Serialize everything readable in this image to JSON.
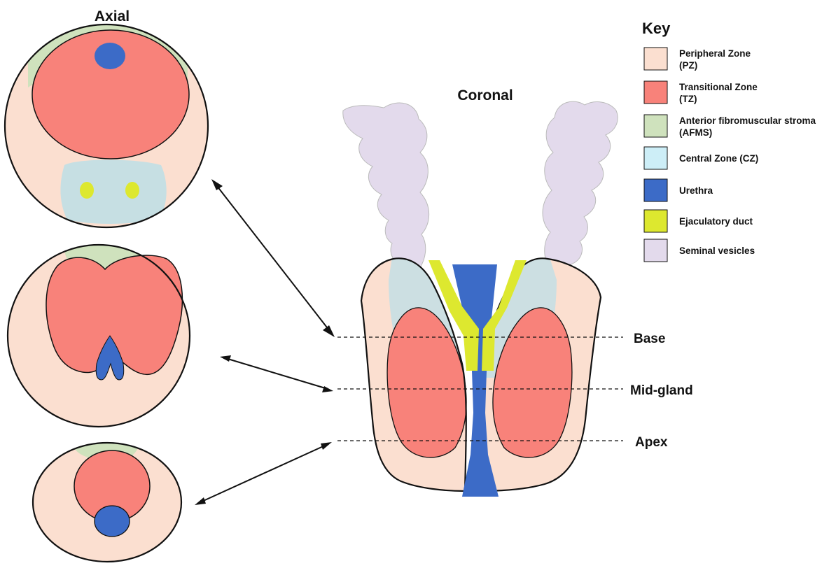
{
  "titles": {
    "axial": "Axial",
    "coronal": "Coronal"
  },
  "levels": {
    "base": "Base",
    "mid": "Mid-gland",
    "apex": "Apex"
  },
  "key": {
    "title": "Key",
    "items": [
      {
        "line1": "Peripheral Zone",
        "line2": "(PZ)",
        "color": "#fbdfd0"
      },
      {
        "line1": "Transitional Zone",
        "line2": "(TZ)",
        "color": "#f8827a"
      },
      {
        "line1": "Anterior fibromuscular stroma",
        "line2": "(AFMS)",
        "color": "#cfe2bd"
      },
      {
        "line1": "Central Zone (CZ)",
        "line2": "",
        "color": "#cdeef7"
      },
      {
        "line1": "Urethra",
        "line2": "",
        "color": "#3c6bc7"
      },
      {
        "line1": "Ejaculatory duct",
        "line2": "",
        "color": "#dde82f"
      },
      {
        "line1": "Seminal vesicles",
        "line2": "",
        "color": "#e3daec"
      }
    ]
  },
  "colors": {
    "pz": "#fbdfd0",
    "tz": "#f8827a",
    "afms": "#cfe2bd",
    "cz": "#c6dfe3",
    "urethra": "#3c6bc7",
    "ejaculatory": "#dde82f",
    "seminal": "#e3daec",
    "outline": "#111111"
  }
}
